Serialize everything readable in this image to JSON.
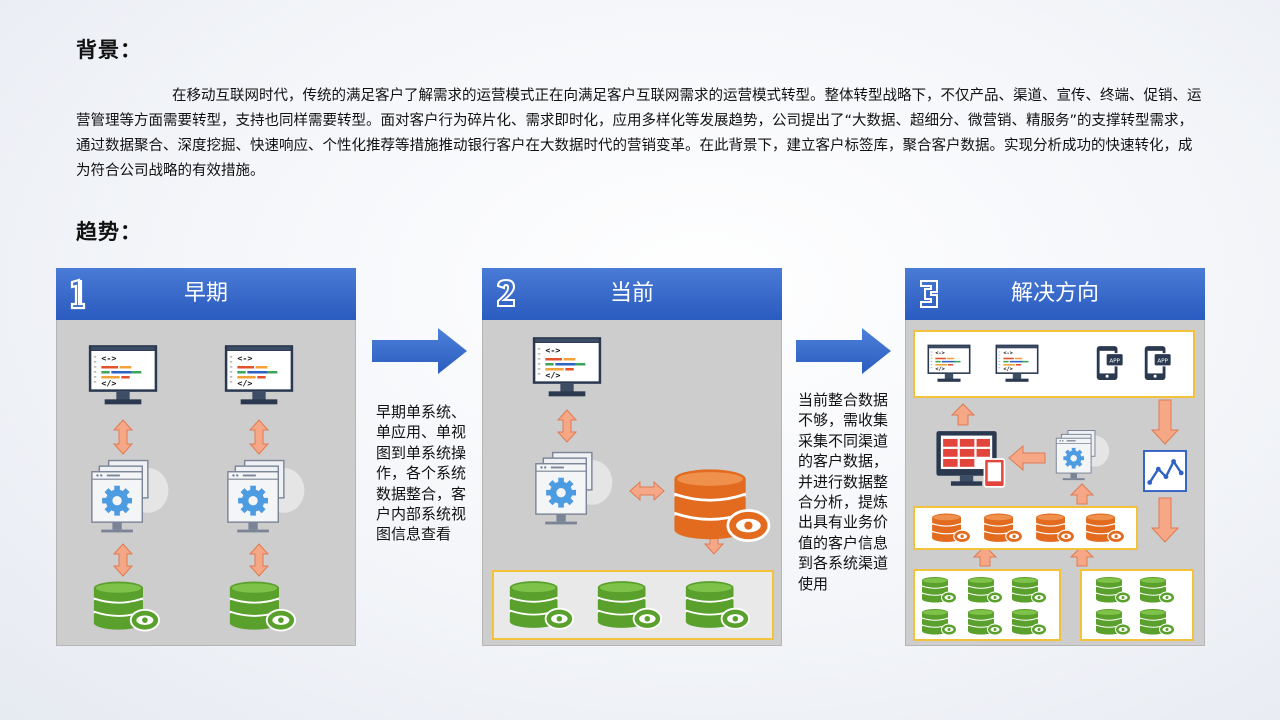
{
  "background": {
    "heading": "背景：",
    "paragraph": "在移动互联网时代，传统的满足客户了解需求的运营模式正在向满足客户互联网需求的运营模式转型。整体转型战略下，不仅产品、渠道、宣传、终端、促销、运营管理等方面需要转型，支持也同样需要转型。面对客户行为碎片化、需求即时化，应用多样化等发展趋势，公司提出了“大数据、超细分、微营销、精服务”的支撑转型需求，通过数据聚合、深度挖掘、快速响应、个性化推荐等措施推动银行客户在大数据时代的营销变革。在此背景下，建立客户标签库，聚合客户数据。实现分析成功的快速转化，成为符合公司战略的有效措施。"
  },
  "trend": {
    "heading": "趋势：",
    "panels": [
      {
        "number_icon": "number-1-icon",
        "title": "早期"
      },
      {
        "number_icon": "number-2-icon",
        "title": "当前"
      },
      {
        "number_icon": "number-3-icon",
        "title": "解决方向"
      }
    ],
    "descriptions": [
      "早期单系统、单应用、单视图到单系统操作，各个系统数据整合，客户内部系统视图信息查看",
      "当前整合数据不够，需收集采集不同渠道的客户数据，并进行数据整合分析，提炼出具有业务价值的客户信息到各系统渠道使用"
    ],
    "icons": {
      "monitor": "code-monitor-icon",
      "server": "gear-server-icon",
      "green_db": "green-database-icon",
      "orange_db": "orange-database-icon",
      "app": "mobile-app-icon",
      "dashboard": "dashboard-display-icon",
      "chart": "line-chart-icon"
    },
    "app_label": "APP"
  },
  "colors": {
    "header_blue": "#2f62c4",
    "panel_gray": "#cdcdcd",
    "highlight_yellow": "#f2c23a",
    "arrow_orange": "#f6a785",
    "db_green": "#5aa02c",
    "db_orange": "#e26b1f",
    "flow_arrow_blue": "#2f62c4"
  }
}
